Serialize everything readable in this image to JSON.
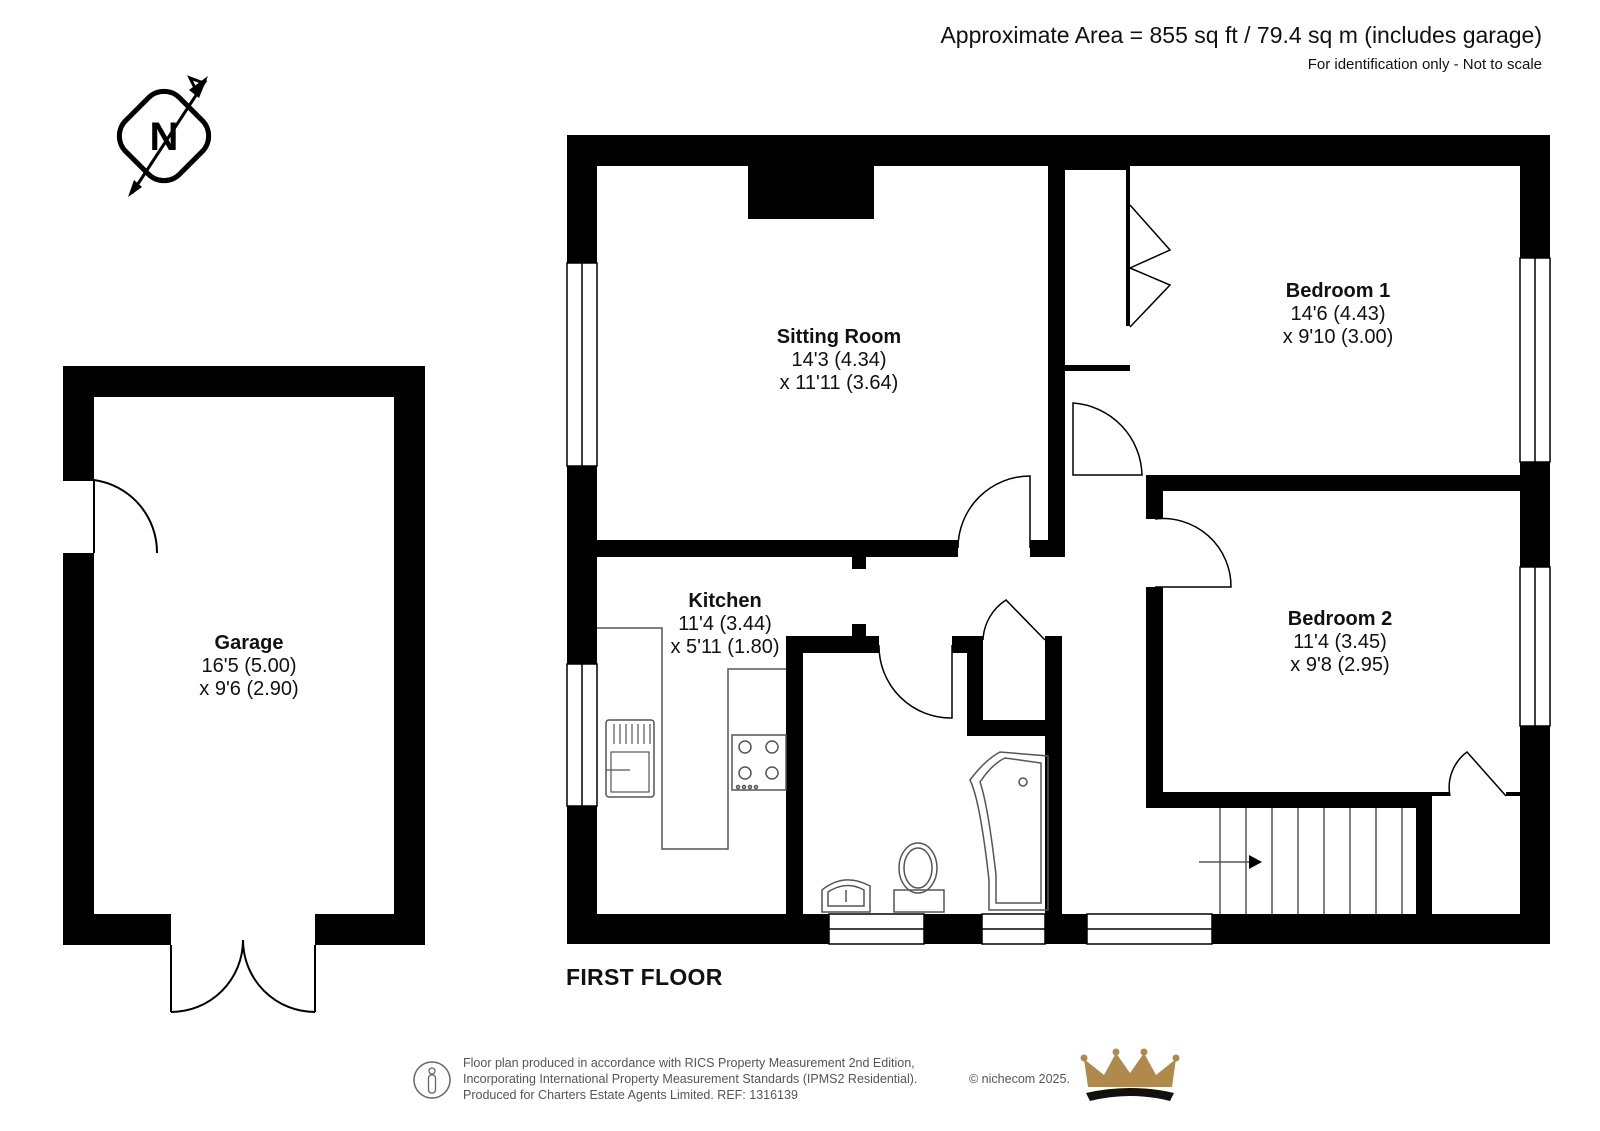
{
  "header": {
    "area": "Approximate Area = 855 sq ft / 79.4 sq m (includes garage)",
    "note": "For identification only - Not to scale"
  },
  "compass": {
    "letter": "N",
    "icon": "north-compass-icon"
  },
  "rooms": {
    "sitting_room": {
      "name": "Sitting Room",
      "dim1": "14'3 (4.34)",
      "dim2": "x 11'11 (3.64)"
    },
    "bedroom1": {
      "name": "Bedroom 1",
      "dim1": "14'6 (4.43)",
      "dim2": "x 9'10 (3.00)"
    },
    "kitchen": {
      "name": "Kitchen",
      "dim1": "11'4 (3.44)",
      "dim2": "x 5'11 (1.80)"
    },
    "bedroom2": {
      "name": "Bedroom 2",
      "dim1": "11'4 (3.45)",
      "dim2": "x 9'8 (2.95)"
    },
    "garage": {
      "name": "Garage",
      "dim1": "16'5 (5.00)",
      "dim2": "x 9'6 (2.90)"
    }
  },
  "floor_label": "FIRST FLOOR",
  "footer": {
    "line1": "Floor plan produced in accordance with RICS Property Measurement 2nd Edition,",
    "line2": "Incorporating International Property Measurement Standards (IPMS2 Residential).",
    "line3": "Produced for Charters Estate Agents Limited.   REF: 1316139",
    "copyright": "© nichecom 2025."
  },
  "colors": {
    "wall": "#000000",
    "fixture": "#333333",
    "crown_gold": "#b08a4a",
    "crown_dark": "#111111"
  }
}
